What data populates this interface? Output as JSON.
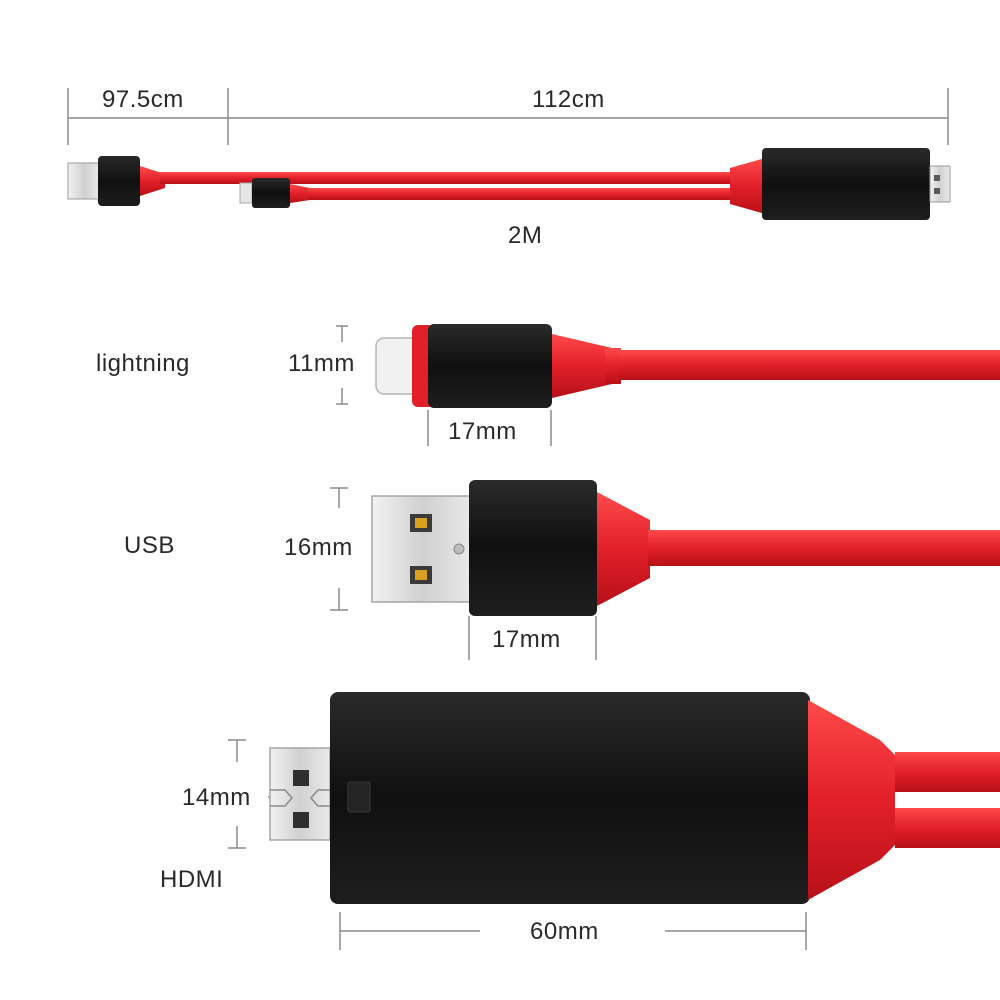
{
  "overview": {
    "usb_segment_length": "97.5cm",
    "main_segment_length": "112cm",
    "total_length": "2M"
  },
  "lightning": {
    "name": "lightning",
    "height": "11mm",
    "width": "17mm"
  },
  "usb": {
    "name": "USB",
    "height": "16mm",
    "width": "17mm"
  },
  "hdmi": {
    "name": "HDMI",
    "height": "14mm",
    "width": "60mm"
  },
  "colors": {
    "cable_red": "#e2202a",
    "connector_black": "#141414",
    "metal_silver": "#d9d9d9",
    "dimension_line": "#8a8a8a"
  }
}
